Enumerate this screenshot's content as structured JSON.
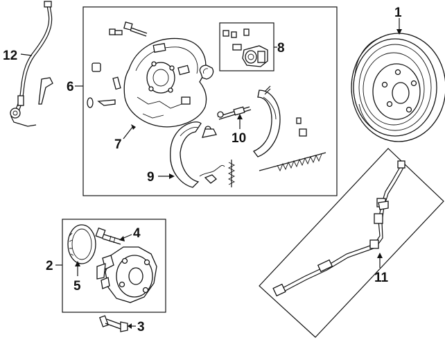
{
  "callouts": [
    {
      "id": "1",
      "label": "1"
    },
    {
      "id": "2",
      "label": "2"
    },
    {
      "id": "3",
      "label": "3"
    },
    {
      "id": "4",
      "label": "4"
    },
    {
      "id": "5",
      "label": "5"
    },
    {
      "id": "6",
      "label": "6"
    },
    {
      "id": "7",
      "label": "7"
    },
    {
      "id": "8",
      "label": "8"
    },
    {
      "id": "9",
      "label": "9"
    },
    {
      "id": "10",
      "label": "10"
    },
    {
      "id": "11",
      "label": "11"
    },
    {
      "id": "12",
      "label": "12"
    }
  ],
  "parts": [
    {
      "callout": "1",
      "name": "brake-drum"
    },
    {
      "callout": "2",
      "name": "hub-assembly"
    },
    {
      "callout": "3",
      "name": "hub-bolt"
    },
    {
      "callout": "4",
      "name": "wheel-stud"
    },
    {
      "callout": "5",
      "name": "abs-tone-ring"
    },
    {
      "callout": "6",
      "name": "backing-plate-assembly"
    },
    {
      "callout": "7",
      "name": "backing-plate"
    },
    {
      "callout": "8",
      "name": "wheel-cylinder"
    },
    {
      "callout": "9",
      "name": "brake-shoe"
    },
    {
      "callout": "10",
      "name": "adjuster"
    },
    {
      "callout": "11",
      "name": "brake-hose"
    },
    {
      "callout": "12",
      "name": "abs-sensor"
    }
  ]
}
